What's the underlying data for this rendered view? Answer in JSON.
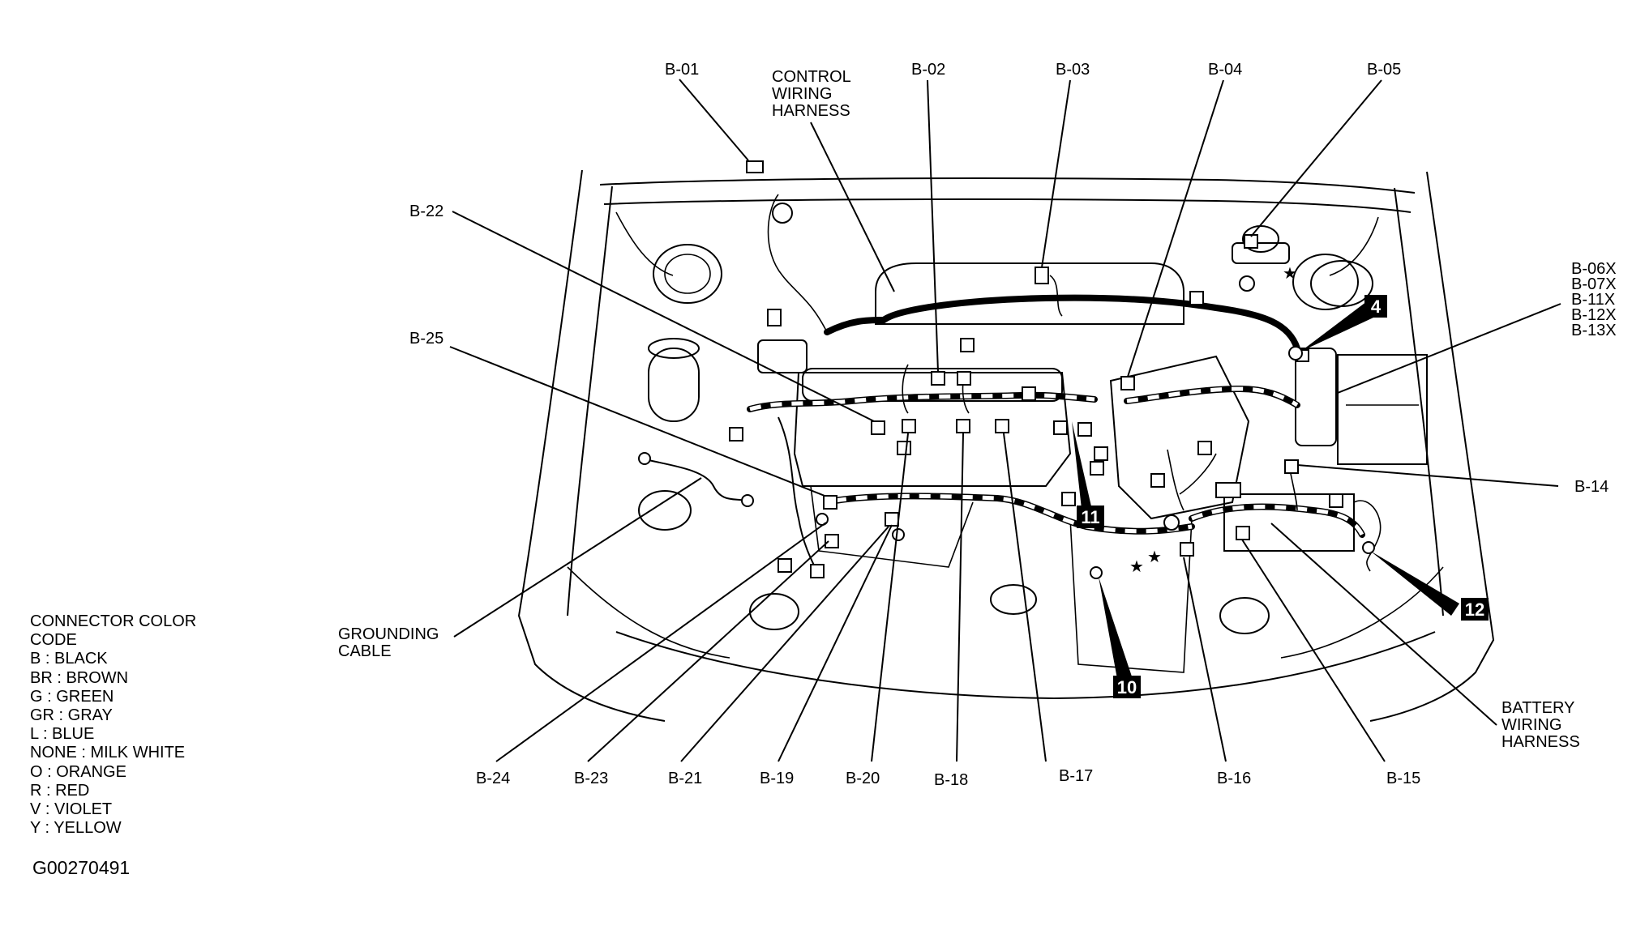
{
  "legend": {
    "title": "CONNECTOR COLOR",
    "subtitle": "CODE",
    "items": [
      "B : BLACK",
      "BR : BROWN",
      "G : GREEN",
      "GR : GRAY",
      "L : BLUE",
      "NONE : MILK WHITE",
      "O : ORANGE",
      "R : RED",
      "V : VIOLET",
      "Y : YELLOW"
    ]
  },
  "figure_code": "G00270491",
  "callouts": {
    "control_harness": [
      "CONTROL",
      "WIRING",
      "HARNESS"
    ],
    "battery_harness": [
      "BATTERY",
      "WIRING",
      "HARNESS"
    ],
    "grounding_cable": [
      "GROUNDING",
      "CABLE"
    ],
    "top": [
      "B-01",
      "B-02",
      "B-03",
      "B-04",
      "B-05"
    ],
    "right_stack": [
      "B-06X",
      "B-07X",
      "B-11X",
      "B-12X",
      "B-13X"
    ],
    "left": [
      "B-22",
      "B-25"
    ],
    "right": [
      "B-14"
    ],
    "bottom": [
      "B-24",
      "B-23",
      "B-21",
      "B-19",
      "B-20",
      "B-18",
      "B-17",
      "B-16",
      "B-15"
    ]
  },
  "ground_points": [
    "4",
    "11",
    "10",
    "12"
  ]
}
